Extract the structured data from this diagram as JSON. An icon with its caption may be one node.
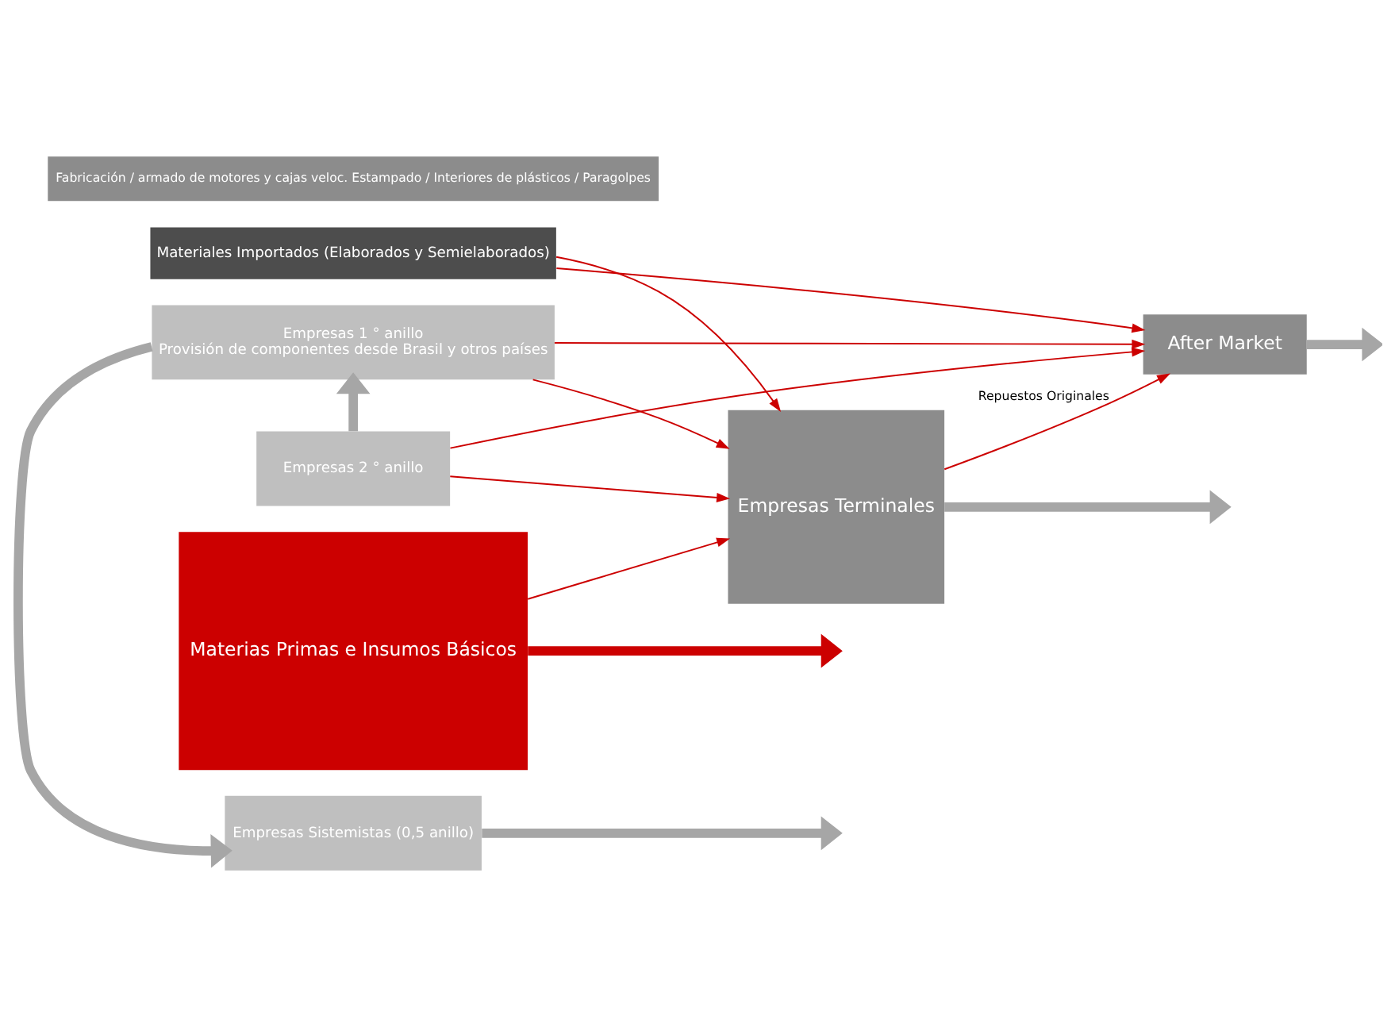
{
  "diagram": {
    "nodes": [
      {
        "text": [
          "Materias Primas e Insumos Básicos"
        ]
      },
      {
        "text": [
          "Fabricación / armado de motores y cajas veloc. Estampado / Interiores de plásticos / Paragolpes"
        ]
      },
      {
        "text": [
          "Empresas Sistemistas (0,5 anillo)"
        ]
      },
      {
        "text": [
          "Empresas 1 ° anillo",
          "Provisión de componentes desde Brasil y otros países"
        ]
      },
      {
        "text": [
          "Empresas 2 ° anillo"
        ]
      },
      {
        "text": [
          "Empresas Terminales"
        ]
      },
      {
        "text": [
          "After Market"
        ]
      },
      {
        "text": [
          "Materiales Importados (Elaborados y Semielaborados)"
        ]
      }
    ],
    "edges": [
      {
        "from": 0,
        "to": null,
        "arrow": "to",
        "style": "thick"
      },
      {
        "from": 4,
        "to": 3,
        "arrow": "to",
        "style": "thick",
        "color": "#a6a6a6"
      },
      {
        "from": 3,
        "to": 2,
        "arrow": "to",
        "style": "thick",
        "color": "#a6a6a6"
      },
      {
        "from": 2,
        "to": null,
        "arrow": "to",
        "style": "thick",
        "color": "#a6a6a6"
      },
      {
        "from": 3,
        "to": 5,
        "arrow": "to"
      },
      {
        "from": 3,
        "to": 6,
        "arrow": "to"
      },
      {
        "from": 4,
        "to": 5,
        "arrow": "to"
      },
      {
        "from": 4,
        "to": 6,
        "arrow": "to"
      },
      {
        "from": 0,
        "to": 5,
        "arrow": "to"
      },
      {
        "from": 7,
        "to": 5,
        "arrow": "to"
      },
      {
        "from": 7,
        "to": 6,
        "arrow": "to"
      },
      {
        "from": 5,
        "to": 6,
        "label": "Repuestos Originales",
        "arrow": "to"
      },
      {
        "from": 5,
        "to": null,
        "arrow": "to",
        "style": "thick",
        "color": "#a6a6a6"
      },
      {
        "from": 6,
        "to": null,
        "arrow": "to",
        "style": "thick",
        "color": "#a6a6a6"
      }
    ]
  }
}
